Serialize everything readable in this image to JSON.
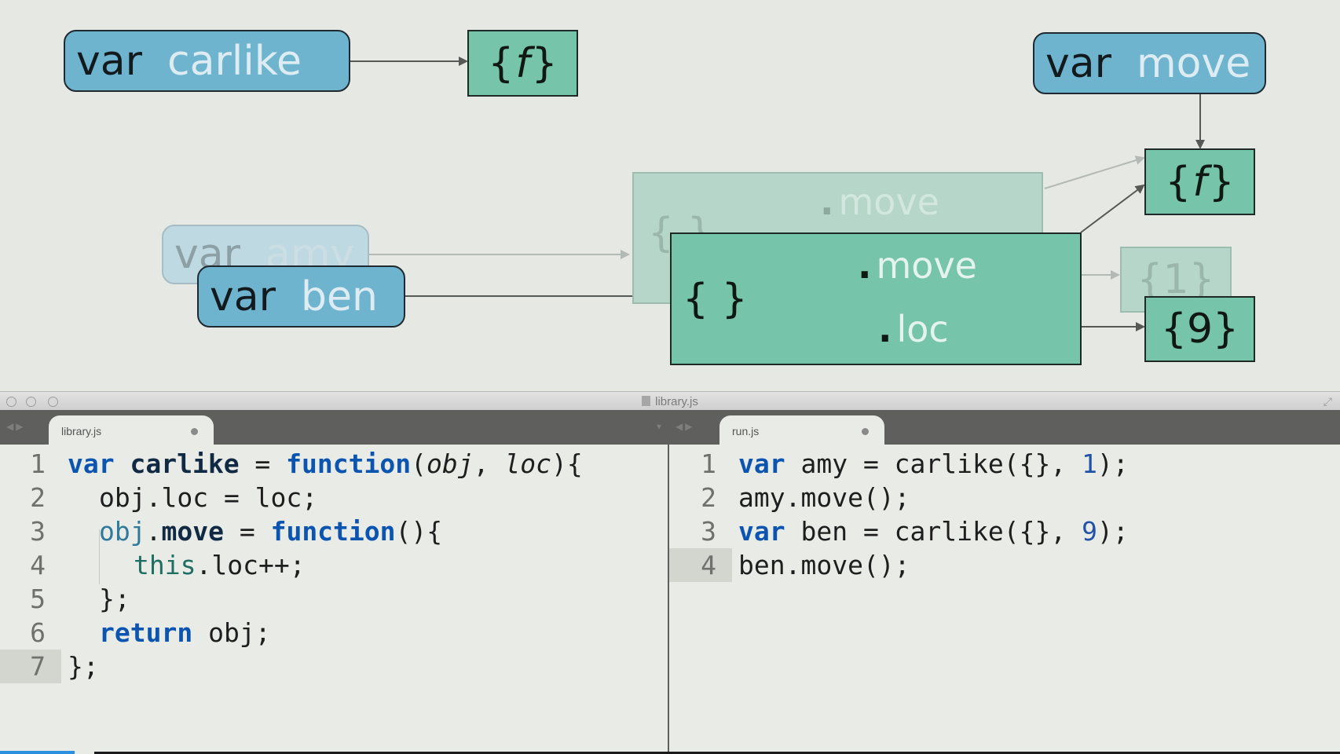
{
  "diagram": {
    "var_carlike": {
      "kw": "var",
      "name": "carlike"
    },
    "fn_carlike": "{f}",
    "var_move": {
      "kw": "var",
      "name": "move"
    },
    "fn_move": "{f}",
    "var_amy": {
      "kw": "var",
      "name": "amy"
    },
    "var_ben": {
      "kw": "var",
      "name": "ben"
    },
    "obj_amy": {
      "braces": "{ }",
      "prop_move": "move"
    },
    "obj_ben": {
      "braces": "{ }",
      "prop_move": "move",
      "prop_loc": "loc"
    },
    "val_amy_loc": "{1}",
    "val_ben_loc": "{9}"
  },
  "window": {
    "title": "library.js",
    "tab_left": "library.js",
    "tab_right": "run.js"
  },
  "editor_left": {
    "line_numbers": [
      "1",
      "2",
      "3",
      "4",
      "5",
      "6",
      "7"
    ],
    "current_line": 7,
    "l1": {
      "var": "var",
      "name": "carlike",
      "eq": " = ",
      "fn": "function",
      "open": "(",
      "p1": "obj",
      "comma": ", ",
      "p2": "loc",
      "close": "){"
    },
    "l2": "obj.loc = loc;",
    "l3": {
      "obj": "obj",
      "dot": ".",
      "move": "move",
      "eq": " = ",
      "fn": "function",
      "rest": "(){"
    },
    "l4": {
      "this": "this",
      "rest": ".loc++;"
    },
    "l5": "};",
    "l6": {
      "ret": "return",
      "rest": " obj;"
    },
    "l7": "};"
  },
  "editor_right": {
    "line_numbers": [
      "1",
      "2",
      "3",
      "4"
    ],
    "current_line": 4,
    "l1": {
      "var": "var",
      "mid": " amy = carlike({}, ",
      "num": "1",
      "end": ");"
    },
    "l2": "amy.move();",
    "l3": {
      "var": "var",
      "mid": " ben = carlike({}, ",
      "num": "9",
      "end": ");"
    },
    "l4": "ben.move();"
  },
  "colors": {
    "var_box": "#6fb4cf",
    "object_box": "#76c4aa",
    "keyword": "#0b55b0",
    "number": "#1f52a8",
    "tab_strip": "#5f605e",
    "editor_bg": "#e9ebe6"
  }
}
